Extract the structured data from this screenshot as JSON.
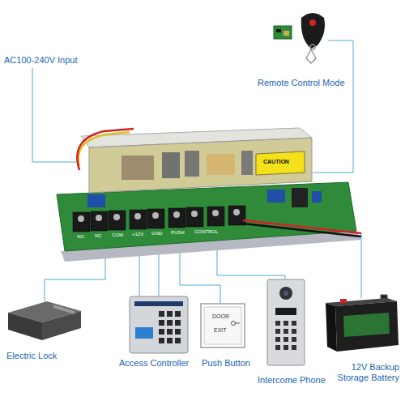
{
  "diagram": {
    "labels": [
      "AC100-240V Input",
      "Remote Control Mode",
      "CAUTION",
      "NO",
      "NC",
      "COM",
      "+12V",
      "GND",
      "PUSH",
      "CONTROL",
      "Electric Lock",
      "Access Controller",
      "Push Button",
      "DOOR",
      "EXIT",
      "Intercome Phone",
      "12V Backup Storage Battery"
    ]
  }
}
